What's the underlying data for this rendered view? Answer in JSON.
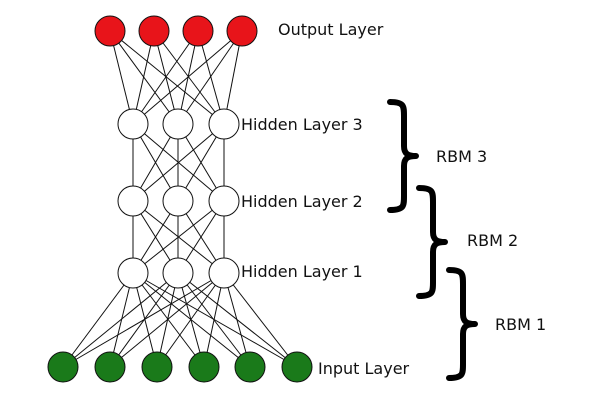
{
  "layers": {
    "output": {
      "label": "Output Layer",
      "count": 4,
      "fill": "#e8141a"
    },
    "hidden3": {
      "label": "Hidden Layer 3",
      "count": 3,
      "fill": "#ffffff"
    },
    "hidden2": {
      "label": "Hidden Layer 2",
      "count": 3,
      "fill": "#ffffff"
    },
    "hidden1": {
      "label": "Hidden Layer 1",
      "count": 3,
      "fill": "#ffffff"
    },
    "input": {
      "label": "Input Layer",
      "count": 6,
      "fill": "#1a7a1a"
    }
  },
  "rbms": [
    {
      "label": "RBM 3"
    },
    {
      "label": "RBM 2"
    },
    {
      "label": "RBM 1"
    }
  ],
  "colors": {
    "edge": "#111111",
    "node_stroke": "#111111",
    "brace": "#000000"
  }
}
